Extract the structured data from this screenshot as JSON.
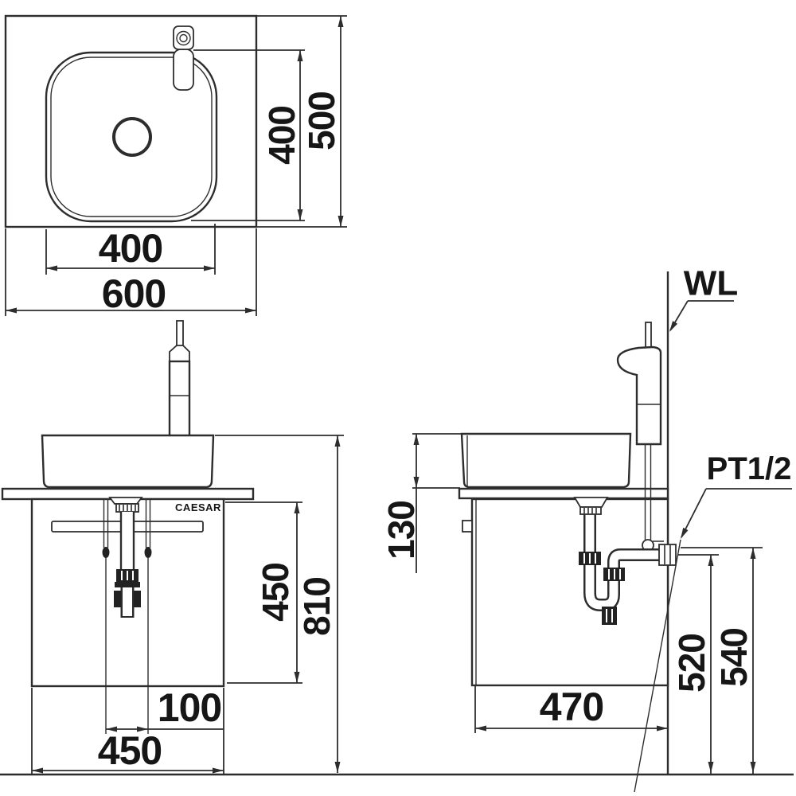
{
  "drawing": {
    "brand": "CAESAR",
    "top_view": {
      "basin_width": "400",
      "overall_width": "600",
      "basin_depth": "400",
      "overall_depth": "500"
    },
    "front_view": {
      "drain_offset": "100",
      "cabinet_width": "450",
      "cabinet_height": "450",
      "overall_height": "810"
    },
    "side_view": {
      "basin_height": "130",
      "cabinet_depth": "470",
      "outlet_height": "520",
      "supply_height": "540",
      "wall_line": "WL",
      "supply_thread": "PT1/2"
    },
    "colors": {
      "line": "#2d2d2d",
      "text": "#161616",
      "background": "#ffffff"
    }
  }
}
